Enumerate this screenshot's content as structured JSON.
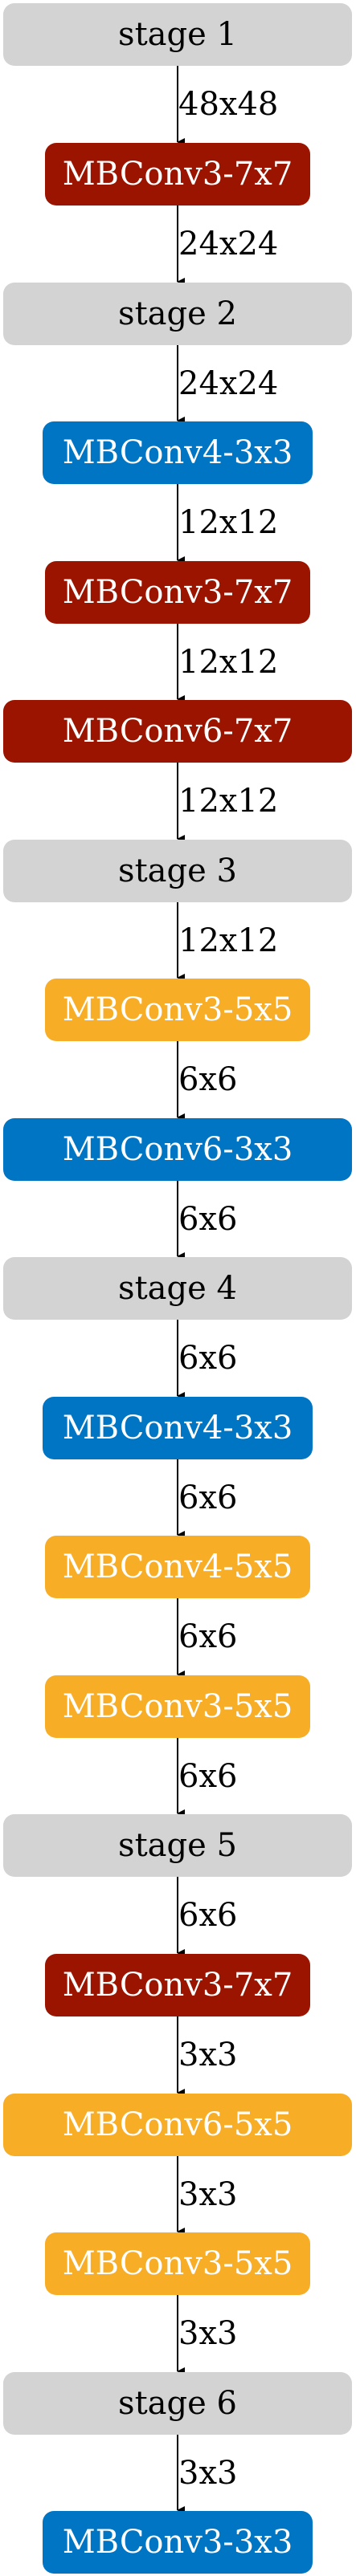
{
  "colors": {
    "stage": "#d3d3d3",
    "conv7x7": "#9b1400",
    "conv3x3": "#0075c4",
    "conv5x5": "#f8ad27",
    "edge": "#000000"
  },
  "nodes": [
    {
      "id": "n0",
      "label": "stage 1",
      "kind": "stage"
    },
    {
      "id": "n1",
      "label": "MBConv3-7x7",
      "kind": "conv7x7"
    },
    {
      "id": "n2",
      "label": "stage 2",
      "kind": "stage"
    },
    {
      "id": "n3",
      "label": "MBConv4-3x3",
      "kind": "conv3x3"
    },
    {
      "id": "n4",
      "label": "MBConv3-7x7",
      "kind": "conv7x7"
    },
    {
      "id": "n5",
      "label": "MBConv6-7x7",
      "kind": "conv7x7"
    },
    {
      "id": "n6",
      "label": "stage 3",
      "kind": "stage"
    },
    {
      "id": "n7",
      "label": "MBConv3-5x5",
      "kind": "conv5x5"
    },
    {
      "id": "n8",
      "label": "MBConv6-3x3",
      "kind": "conv3x3"
    },
    {
      "id": "n9",
      "label": "stage 4",
      "kind": "stage"
    },
    {
      "id": "n10",
      "label": "MBConv4-3x3",
      "kind": "conv3x3"
    },
    {
      "id": "n11",
      "label": "MBConv4-5x5",
      "kind": "conv5x5"
    },
    {
      "id": "n12",
      "label": "MBConv3-5x5",
      "kind": "conv5x5"
    },
    {
      "id": "n13",
      "label": "stage 5",
      "kind": "stage"
    },
    {
      "id": "n14",
      "label": "MBConv3-7x7",
      "kind": "conv7x7"
    },
    {
      "id": "n15",
      "label": "MBConv6-5x5",
      "kind": "conv5x5"
    },
    {
      "id": "n16",
      "label": "MBConv3-5x5",
      "kind": "conv5x5"
    },
    {
      "id": "n17",
      "label": "stage 6",
      "kind": "stage"
    },
    {
      "id": "n18",
      "label": "MBConv3-3x3",
      "kind": "conv3x3"
    }
  ],
  "edges": [
    {
      "from": "n0",
      "to": "n1",
      "label": "48x48"
    },
    {
      "from": "n1",
      "to": "n2",
      "label": "24x24"
    },
    {
      "from": "n2",
      "to": "n3",
      "label": "24x24"
    },
    {
      "from": "n3",
      "to": "n4",
      "label": "12x12"
    },
    {
      "from": "n4",
      "to": "n5",
      "label": "12x12"
    },
    {
      "from": "n5",
      "to": "n6",
      "label": "12x12"
    },
    {
      "from": "n6",
      "to": "n7",
      "label": "12x12"
    },
    {
      "from": "n7",
      "to": "n8",
      "label": "6x6"
    },
    {
      "from": "n8",
      "to": "n9",
      "label": "6x6"
    },
    {
      "from": "n9",
      "to": "n10",
      "label": "6x6"
    },
    {
      "from": "n10",
      "to": "n11",
      "label": "6x6"
    },
    {
      "from": "n11",
      "to": "n12",
      "label": "6x6"
    },
    {
      "from": "n12",
      "to": "n13",
      "label": "6x6"
    },
    {
      "from": "n13",
      "to": "n14",
      "label": "6x6"
    },
    {
      "from": "n14",
      "to": "n15",
      "label": "3x3"
    },
    {
      "from": "n15",
      "to": "n16",
      "label": "3x3"
    },
    {
      "from": "n16",
      "to": "n17",
      "label": "3x3"
    },
    {
      "from": "n17",
      "to": "n18",
      "label": "3x3"
    }
  ]
}
